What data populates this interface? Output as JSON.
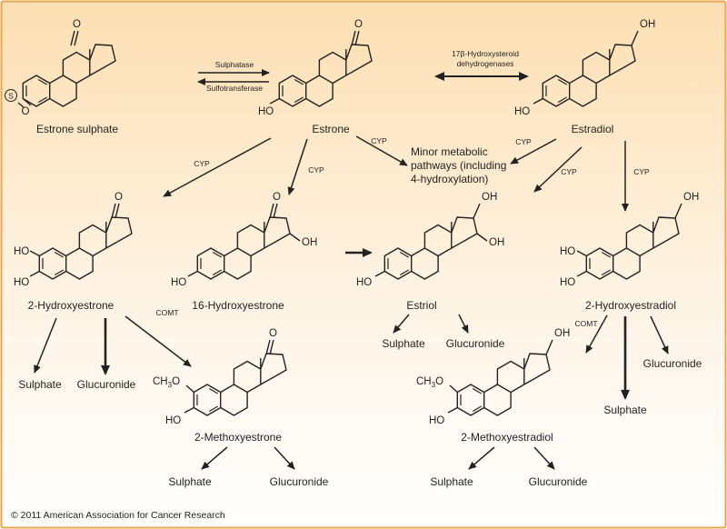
{
  "copyright": "© 2011 American Association for Cancer Research",
  "colors": {
    "gradient_top": "#fddfb2",
    "gradient_bottom": "#ffffff",
    "border": "#e7a64e",
    "ink": "#222222"
  },
  "compounds": {
    "estrone_sulphate": {
      "name": "Estrone sulphate",
      "ketone": "O",
      "sulfate": "S",
      "ether_o": "O"
    },
    "estrone": {
      "name": "Estrone",
      "ketone": "O",
      "phenol": "HO"
    },
    "estradiol": {
      "name": "Estradiol",
      "hydroxy": "OH",
      "phenol": "HO"
    },
    "hydroxyestrone_2": {
      "name": "2-Hydroxyestrone",
      "ketone": "O",
      "phenol": "HO",
      "catechol": "HO"
    },
    "hydroxyestrone_16": {
      "name": "16-Hydroxyestrone",
      "ketone": "O",
      "phenol": "HO",
      "hydroxy16": "OH"
    },
    "estriol": {
      "name": "Estriol",
      "hydroxy17": "OH",
      "hydroxy16": "OH",
      "phenol": "HO"
    },
    "hydroxyestradiol_2": {
      "name": "2-Hydroxyestradiol",
      "hydroxy": "OH",
      "phenol": "HO",
      "catechol": "HO"
    },
    "methoxyestrone_2": {
      "name": "2-Methoxyestrone",
      "ketone": "O",
      "methoxy": "CH",
      "methoxy_sub": "3",
      "methoxy_o": "O",
      "phenol": "HO"
    },
    "methoxyestradiol_2": {
      "name": "2-Methoxyestradiol",
      "hydroxy": "OH",
      "methoxy": "CH",
      "methoxy_sub": "3",
      "methoxy_o": "O",
      "phenol": "HO"
    }
  },
  "enzymes": {
    "sulphatase": "Sulphatase",
    "sulfotransferase": "Sulfotransferase",
    "hsd_line1": "17β-Hydroxysteroid",
    "hsd_line2": "dehydrogenases",
    "cyp": "CYP",
    "comt": "COMT"
  },
  "minor_pathways": [
    "Minor metabolic",
    "pathways (including",
    "4-hydroxylation)"
  ],
  "products": {
    "sulphate": "Sulphate",
    "glucuronide": "Glucuronide"
  }
}
